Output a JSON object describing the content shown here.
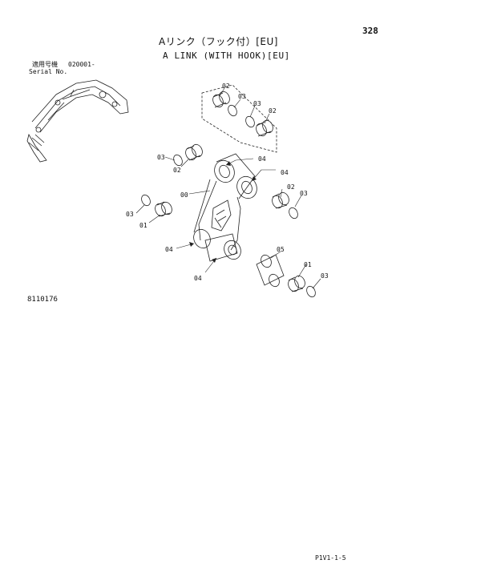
{
  "page_number": "328",
  "title_jp": "Aリンク（フック付）[EU]",
  "title_en": "A LINK (WITH HOOK)[EU]",
  "serial": {
    "label_jp": "適用号機",
    "value": "020001-",
    "label_en": "Serial No."
  },
  "figure_number": "8110176",
  "footer_code": "P1V1-1-5",
  "callouts": {
    "c02a": "02",
    "c03a": "03",
    "c03b": "03",
    "c02b": "02",
    "c03c": "03",
    "c02c": "02",
    "c04a": "04",
    "c04b": "04",
    "c00": "00",
    "c02d": "02",
    "c03d": "03",
    "c03e": "03",
    "c01a": "01",
    "c04c": "04",
    "c04d": "04",
    "c05": "05",
    "c01b": "01",
    "c03f": "03"
  }
}
